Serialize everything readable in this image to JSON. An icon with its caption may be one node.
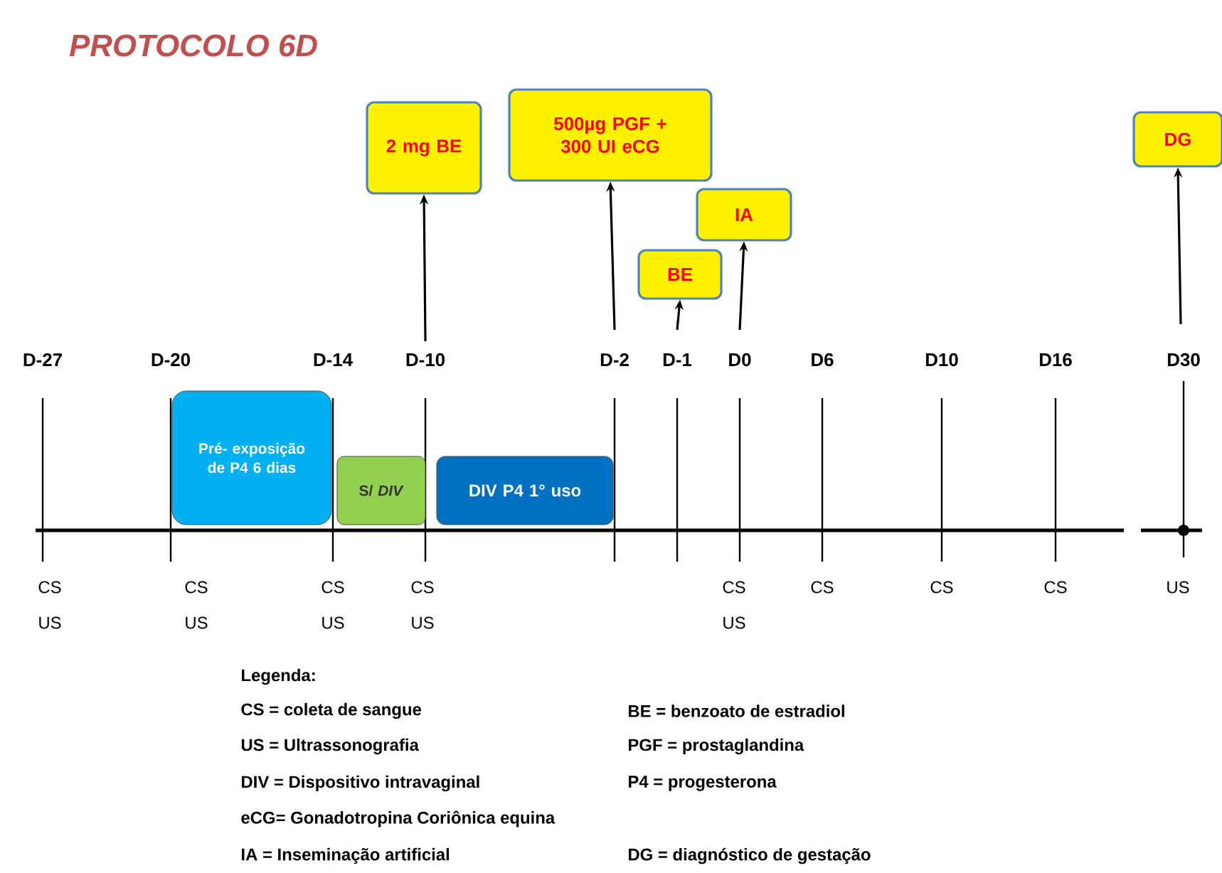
{
  "diagram": {
    "title": "PROTOCOLO 6D",
    "nodes": [
      {
        "text": [
          "2 mg BE"
        ]
      },
      {
        "text": [
          "500µg PGF + 300 UI eCG"
        ]
      },
      {
        "text": [
          "IA"
        ]
      },
      {
        "text": [
          "BE"
        ]
      },
      {
        "text": [
          "DG"
        ]
      },
      {
        "text": [
          "Pré- exposição de P4 6 dias"
        ]
      },
      {
        "text": [
          "S/ *DIV*"
        ]
      },
      {
        "text": [
          "DIV P4 1° uso"
        ]
      }
    ],
    "edges": [
      {
        "from": null,
        "to": 0,
        "arrow": "to"
      },
      {
        "from": null,
        "to": 1,
        "arrow": "to"
      },
      {
        "from": null,
        "to": 3,
        "arrow": "to"
      },
      {
        "from": null,
        "to": 2,
        "arrow": "to"
      },
      {
        "from": null,
        "to": 4,
        "arrow": "to"
      }
    ],
    "labels": [
      "D-27",
      "D-20",
      "D-14",
      "D-10",
      "D-2",
      "D-1",
      "D0",
      "D6",
      "D10",
      "D16",
      "D30",
      "CS",
      "CS",
      "CS",
      "CS",
      "CS",
      "CS",
      "CS",
      "CS",
      "US",
      "US",
      "US",
      "US",
      "US",
      "US",
      "Legenda:",
      "CS = coleta de sangue",
      "BE = benzoato de estradiol",
      "US = Ultrassonografia",
      "PGF = prostaglandina",
      "DIV = Dispositivo intravaginal",
      "P4 = progesterona",
      "eCG= Gonadotropina Coriônica equina",
      "IA = Inseminação artificial",
      "DG = diagnóstico de gestação"
    ]
  }
}
